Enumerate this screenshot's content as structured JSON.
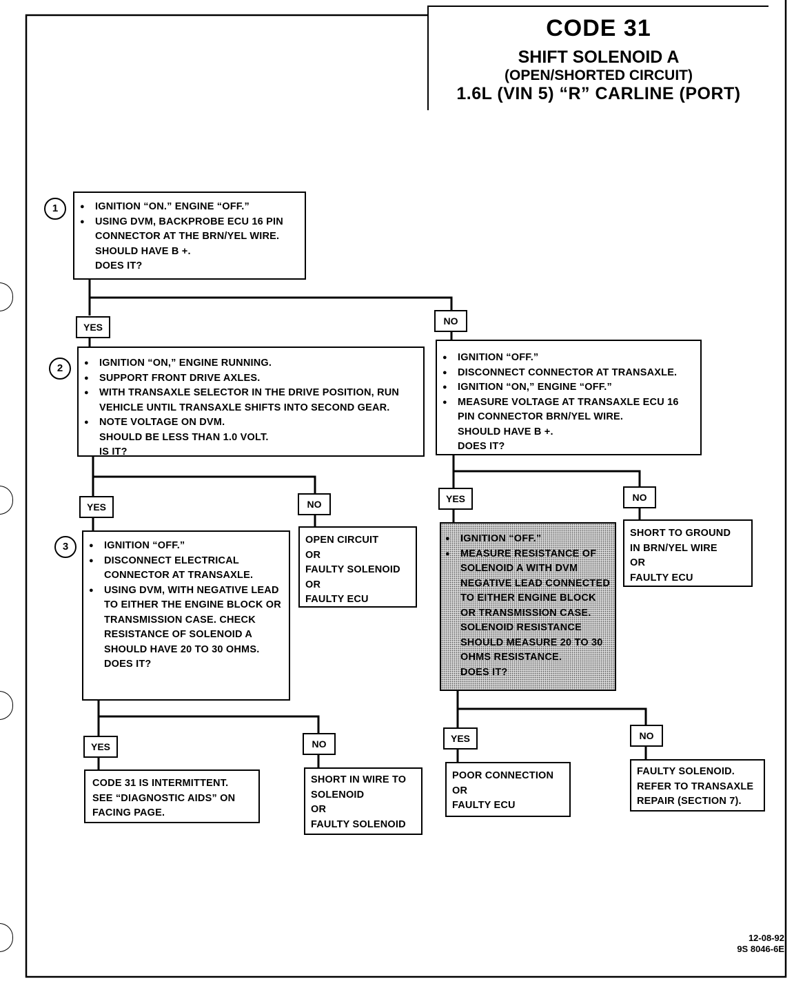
{
  "header": {
    "code": "CODE 31",
    "title": "SHIFT SOLENOID A",
    "subtitle": "(OPEN/SHORTED CIRCUIT)",
    "engine": "1.6L (VIN 5) “R” CARLINE (PORT)"
  },
  "steps": {
    "s1": {
      "num": "1",
      "bullets": [
        "IGNITION “ON.” ENGINE “OFF.”",
        "USING DVM, BACKPROBE ECU 16 PIN CONNECTOR AT THE BRN/YEL WIRE."
      ],
      "tail": [
        "SHOULD HAVE B +.",
        "DOES IT?"
      ]
    },
    "s2": {
      "num": "2",
      "bullets": [
        "IGNITION “ON,” ENGINE RUNNING.",
        "SUPPORT FRONT DRIVE AXLES.",
        "WITH TRANSAXLE SELECTOR IN THE DRIVE POSITION, RUN VEHICLE UNTIL TRANSAXLE SHIFTS INTO SECOND GEAR.",
        "NOTE VOLTAGE ON DVM."
      ],
      "tail": [
        "SHOULD BE LESS THAN 1.0 VOLT.",
        "IS IT?"
      ]
    },
    "s2b": {
      "bullets": [
        "IGNITION “OFF.”",
        "DISCONNECT CONNECTOR AT TRANSAXLE.",
        "IGNITION “ON,” ENGINE “OFF.”",
        "MEASURE VOLTAGE AT TRANSAXLE ECU 16 PIN CONNECTOR BRN/YEL WIRE."
      ],
      "tail": [
        "SHOULD HAVE B +.",
        "DOES IT?"
      ]
    },
    "s3": {
      "num": "3",
      "bullets": [
        "IGNITION “OFF.”",
        "DISCONNECT ELECTRICAL CONNECTOR AT TRANSAXLE.",
        "USING DVM, WITH NEGATIVE LEAD TO EITHER THE ENGINE BLOCK OR TRANSMISSION CASE. CHECK RESISTANCE OF SOLENOID A SHOULD HAVE 20 TO 30 OHMS."
      ],
      "tail": [
        "DOES IT?"
      ]
    },
    "s3b": {
      "bullets": [
        "IGNITION “OFF.”",
        "MEASURE RESISTANCE OF SOLENOID A WITH DVM NEGATIVE LEAD CONNECTED TO EITHER ENGINE BLOCK OR TRANSMISSION CASE. SOLENOID RESISTANCE SHOULD MEASURE 20 TO 30 OHMS RESISTANCE."
      ],
      "tail": [
        "DOES IT?"
      ]
    }
  },
  "results": {
    "open_circuit": [
      "OPEN CIRCUIT",
      "OR",
      "FAULTY SOLENOID",
      "OR",
      "FAULTY ECU"
    ],
    "short_ground": [
      "SHORT TO GROUND",
      "IN BRN/YEL WIRE",
      "OR",
      "FAULTY ECU"
    ],
    "intermittent": [
      "CODE 31 IS INTERMITTENT.",
      "SEE “DIAGNOSTIC AIDS” ON",
      "FACING PAGE."
    ],
    "short_wire": [
      "SHORT IN WIRE TO",
      "SOLENOID",
      "OR",
      "FAULTY SOLENOID"
    ],
    "poor_connection": [
      "POOR CONNECTION",
      "OR",
      "FAULTY ECU"
    ],
    "faulty_solenoid": [
      "FAULTY SOLENOID.",
      "REFER TO TRANSAXLE",
      "REPAIR (SECTION 7)."
    ]
  },
  "labels": {
    "yes": "YES",
    "no": "NO"
  },
  "footer": {
    "date": "12-08-92",
    "doc": "9S 8046-6E"
  }
}
